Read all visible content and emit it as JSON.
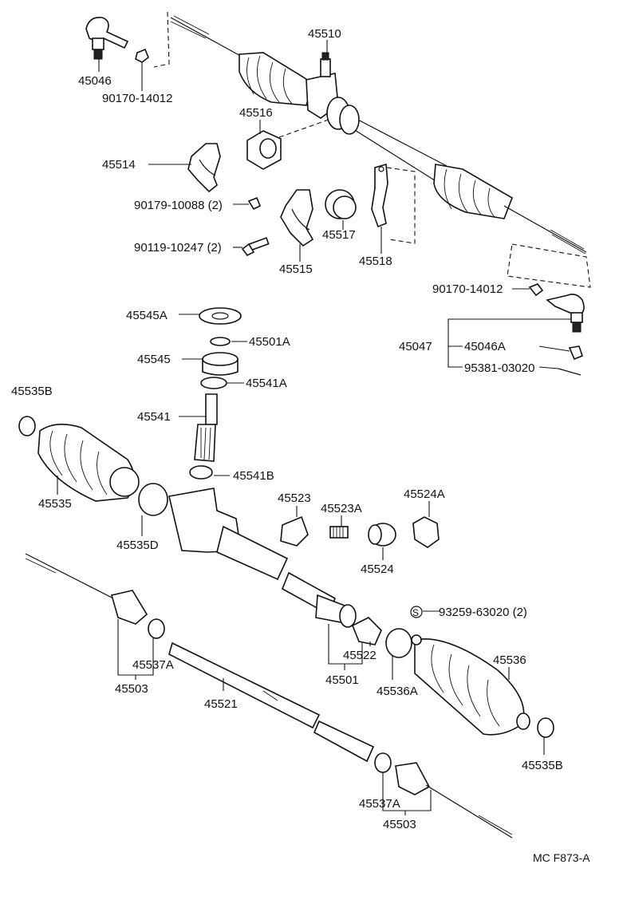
{
  "labels": {
    "p45510": "45510",
    "p45046_top": "45046",
    "p90170_top": "90170-14012",
    "p45516": "45516",
    "p45514": "45514",
    "p90179": "90179-10088 (2)",
    "p90119": "90119-10247 (2)",
    "p45517": "45517",
    "p45515": "45515",
    "p45518": "45518",
    "p90170_right": "90170-14012",
    "p45545A": "45545A",
    "p45501A": "45501A",
    "p45047": "45047",
    "p45046A": "45046A",
    "p95381": "95381-03020",
    "p45545": "45545",
    "p45541A": "45541A",
    "p45535B_left": "45535B",
    "p45541": "45541",
    "p45541B": "45541B",
    "p45535": "45535",
    "p45523": "45523",
    "p45523A": "45523A",
    "p45524A": "45524A",
    "p45535D": "45535D",
    "p45524": "45524",
    "s_mark": "S",
    "p93259": "93259-63020 (2)",
    "p45537A_left": "45537A",
    "p45503_left": "45503",
    "p45522": "45522",
    "p45536": "45536",
    "p45501": "45501",
    "p45536A": "45536A",
    "p45521": "45521",
    "p45535B_right": "45535B",
    "p45537A_right": "45537A",
    "p45503_right": "45503",
    "code": "MC F873-A"
  }
}
